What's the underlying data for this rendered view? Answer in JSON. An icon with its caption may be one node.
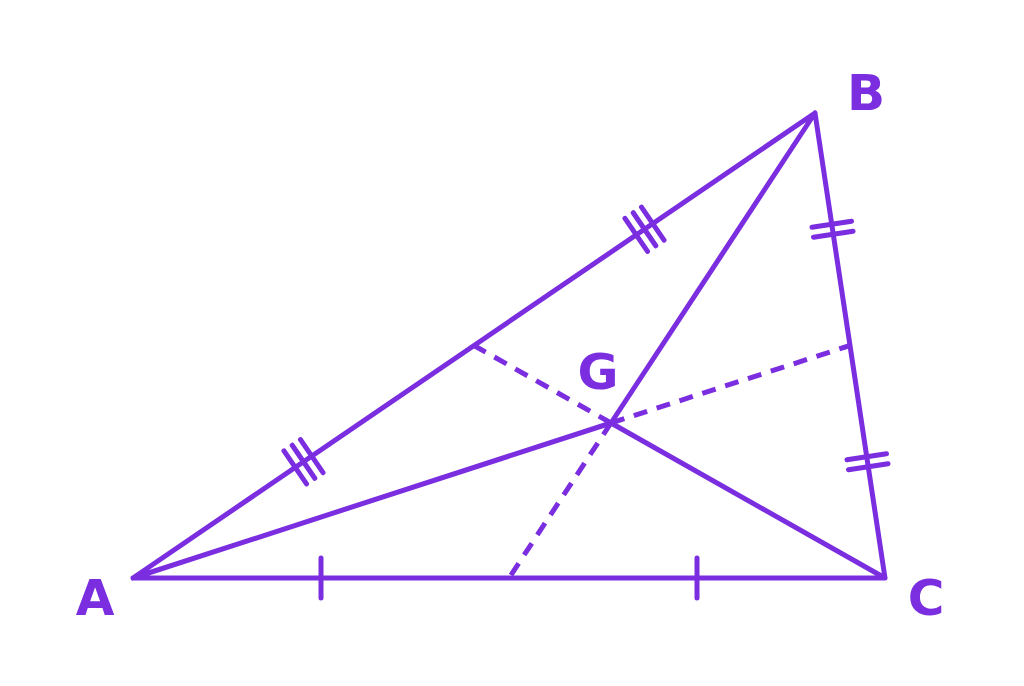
{
  "diagram": {
    "labels": [
      "B",
      "G",
      "A",
      "C"
    ]
  }
}
